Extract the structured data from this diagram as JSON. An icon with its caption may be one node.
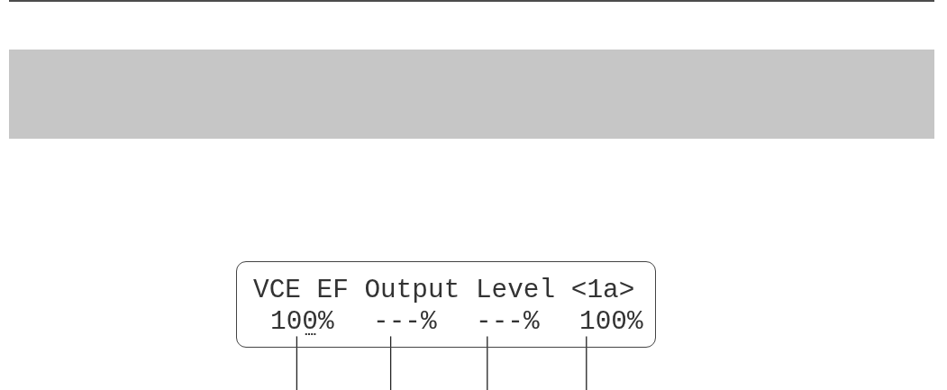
{
  "diagram": {
    "nodes": [
      {
        "text": [],
        "shape": "bar"
      },
      {
        "text": [
          "VCE EF Output Level <1a>"
        ]
      },
      {
        "text": [
          "100%"
        ],
        "in": 1
      },
      {
        "text": [
          "---%"
        ],
        "in": 1
      },
      {
        "text": [
          "---%"
        ],
        "in": 1
      },
      {
        "text": [
          "100%"
        ],
        "in": 1
      }
    ],
    "edges": [
      {
        "from": null,
        "to": 2,
        "arrow": "none"
      },
      {
        "from": null,
        "to": 3,
        "arrow": "none"
      },
      {
        "from": null,
        "to": 4,
        "arrow": "none"
      },
      {
        "from": null,
        "to": 5,
        "arrow": "none"
      }
    ]
  }
}
